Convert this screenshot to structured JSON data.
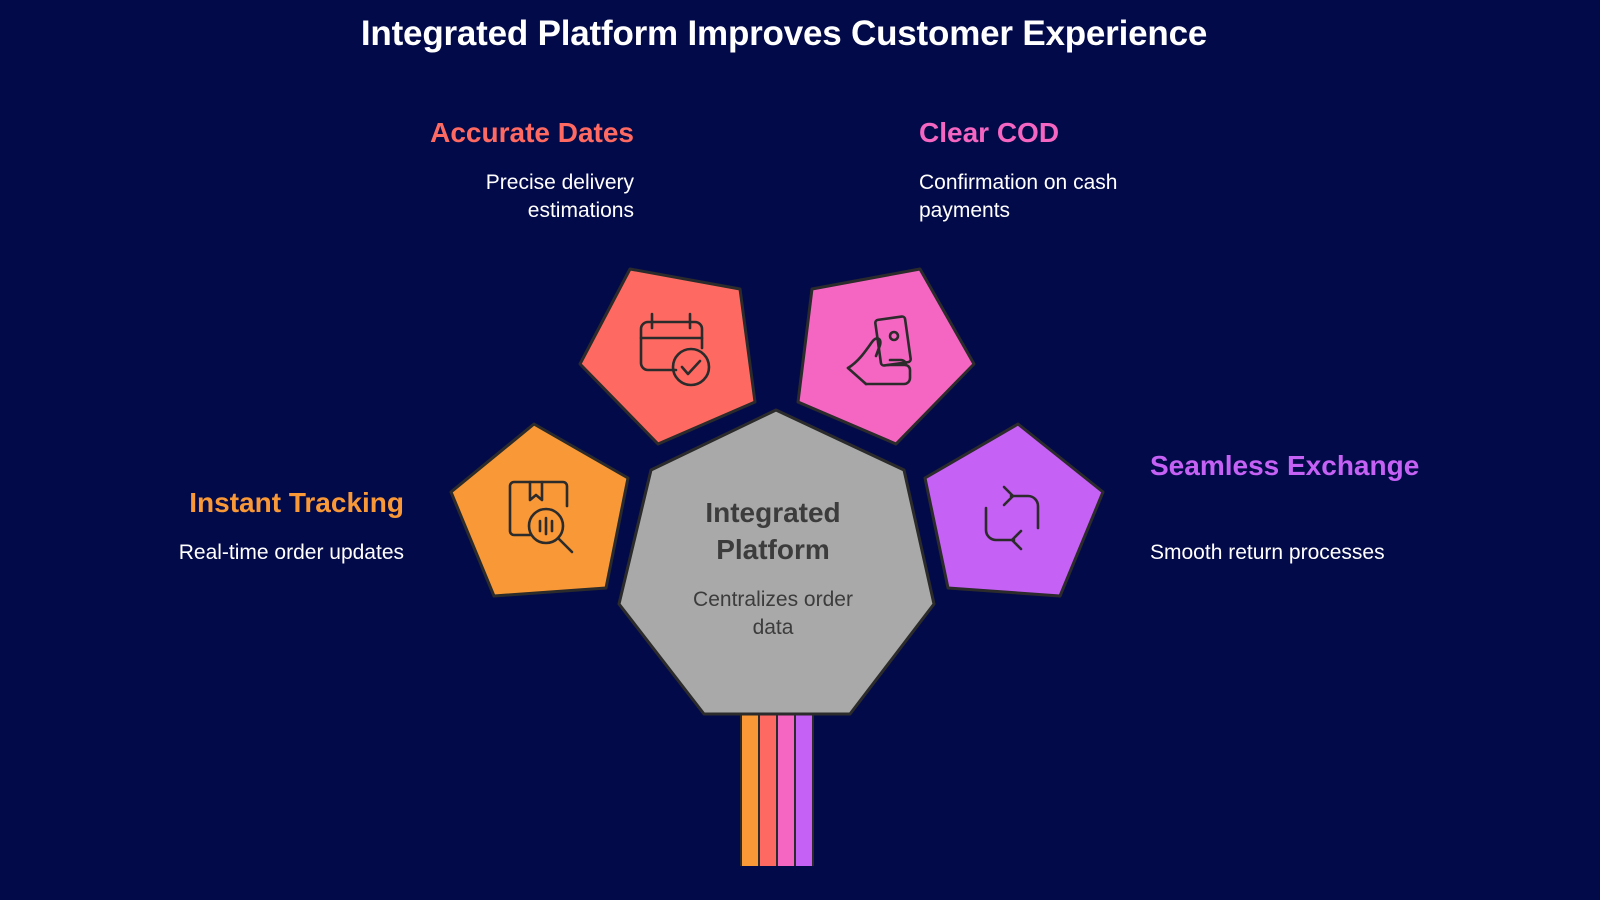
{
  "title": "Integrated Platform Improves Customer Experience",
  "center": {
    "title": "Integrated Platform",
    "description": "Centralizes order data",
    "color": "#a9a9a9"
  },
  "features": [
    {
      "label": "Accurate Dates",
      "description": "Precise delivery estimations",
      "color": "#fe6a62",
      "icon": "calendar-check-icon"
    },
    {
      "label": "Clear COD",
      "description": "Confirmation on cash payments",
      "color": "#f466c1",
      "icon": "hand-cash-icon"
    },
    {
      "label": "Instant Tracking",
      "description": "Real-time order updates",
      "color": "#f89837",
      "icon": "package-search-icon"
    },
    {
      "label": "Seamless Exchange",
      "description": "Smooth return processes",
      "color": "#c561f5",
      "icon": "exchange-arrows-icon"
    }
  ]
}
